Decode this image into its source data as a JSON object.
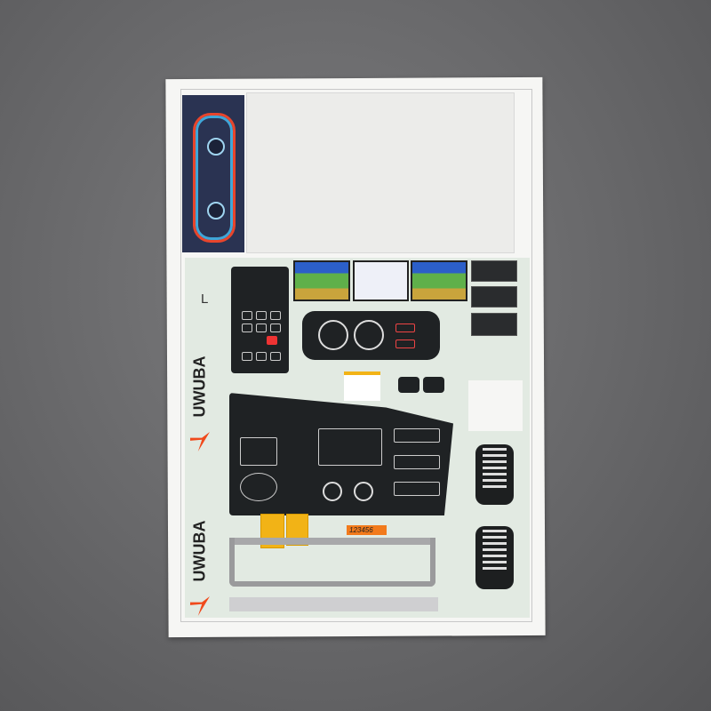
{
  "sheet": {
    "side_label": "L",
    "logos": [
      {
        "text": "UWUBA"
      },
      {
        "text": "UWUBA"
      }
    ],
    "plate_number": "123456"
  },
  "colors": {
    "background": "#67676a",
    "sheet": "#f6f6f4",
    "logo_accent": "#f04a1c",
    "plate": "#f27a1c",
    "warning": "#f2b316"
  }
}
